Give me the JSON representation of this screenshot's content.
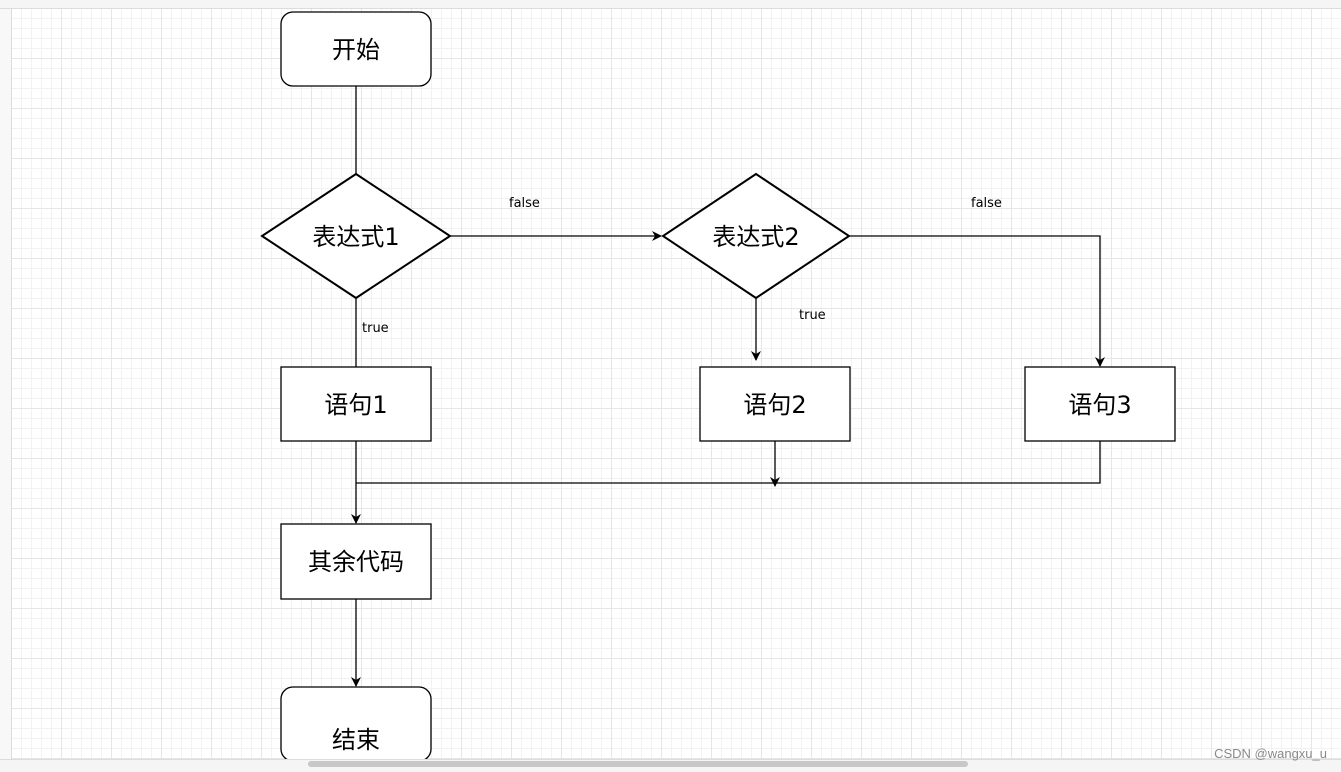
{
  "nodes": {
    "start": "开始",
    "condition1": "表达式1",
    "condition2": "表达式2",
    "statement1": "语句1",
    "statement2": "语句2",
    "statement3": "语句3",
    "rest_code": "其余代码",
    "end": "结束"
  },
  "edge_labels": {
    "cond1_false": "false",
    "cond2_false": "false",
    "cond1_true": "true",
    "cond2_true": "true"
  },
  "watermark": "CSDN @wangxu_u",
  "colors": {
    "stroke": "#000000",
    "grid_major": "#e6e6e6",
    "grid_minor": "#f2f2f2"
  }
}
